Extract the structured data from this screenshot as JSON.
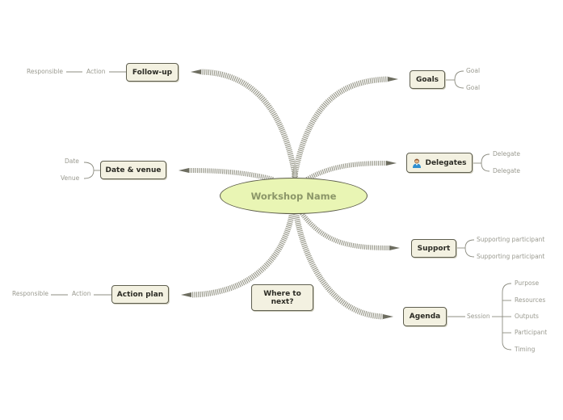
{
  "central": {
    "label": "Workshop Name"
  },
  "topics": {
    "follow_up": {
      "label": "Follow-up",
      "subs": [
        "Action",
        "Responsible"
      ]
    },
    "date_venue": {
      "label": "Date & venue",
      "subs": [
        "Date",
        "Venue"
      ]
    },
    "action_plan": {
      "label": "Action plan",
      "subs": [
        "Action",
        "Responsible"
      ]
    },
    "where_next": {
      "label": "Where to next?"
    },
    "goals": {
      "label": "Goals",
      "subs": [
        "Goal",
        "Goal"
      ]
    },
    "delegates": {
      "label": "Delegates",
      "icon": "person-icon",
      "subs": [
        "Delegate",
        "Delegate"
      ]
    },
    "support": {
      "label": "Support",
      "subs": [
        "Supporting participant",
        "Supporting participant"
      ]
    },
    "agenda": {
      "label": "Agenda",
      "session": "Session",
      "subs": [
        "Purpose",
        "Resources",
        "Outputs",
        "Participant",
        "Timing"
      ]
    }
  },
  "colors": {
    "central_fill": "#e9f5b4",
    "topic_fill": "#f3f1e1",
    "border": "#5f5f50",
    "branch": "#8a8a7c"
  }
}
